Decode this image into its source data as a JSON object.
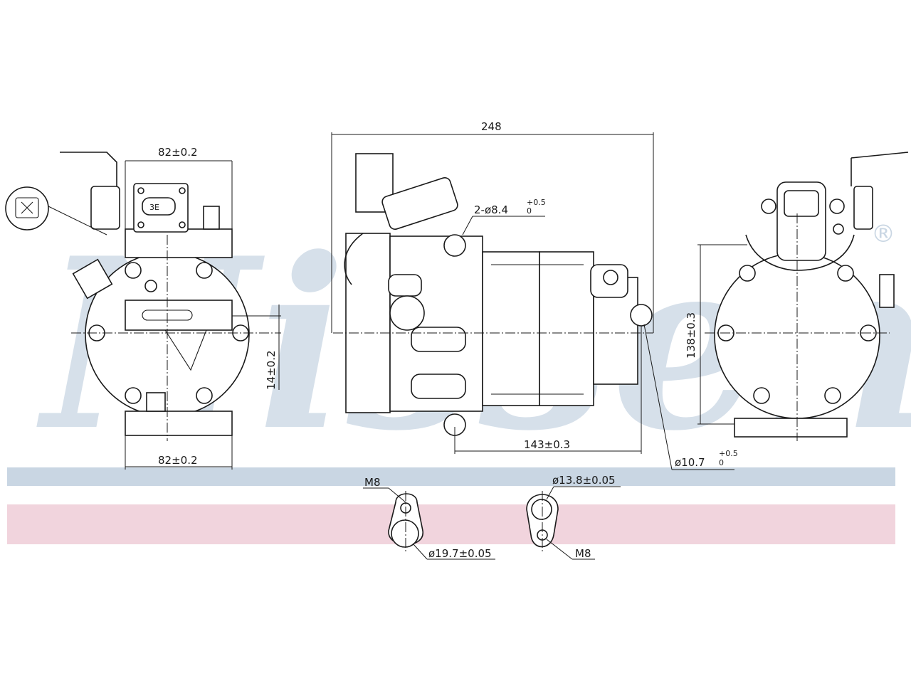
{
  "watermark": {
    "brand": "Nissens",
    "registered": "®",
    "band_colors": {
      "blue": "#c9d6e3",
      "pink": "#f1d4dd"
    }
  },
  "dimensions": {
    "front_top_width": "82±0.2",
    "front_bottom_width": "82±0.2",
    "front_offset": "14±0.2",
    "side_total_length": "248",
    "side_mount_holes": "2-ø8.4",
    "side_mount_holes_tol_upper": "+0.5",
    "side_mount_holes_tol_lower": "0",
    "side_hole_spacing": "143±0.3",
    "side_hole_diameter": "ø10.7",
    "side_hole_diameter_tol_upper": "+0.5",
    "side_hole_diameter_tol_lower": "0",
    "rear_height": "138±0.3"
  },
  "port_details": {
    "left_thread": "M8",
    "left_diameter": "ø19.7±0.05",
    "right_thread": "M8",
    "right_diameter": "ø13.8±0.05"
  },
  "icons": {
    "connector": "plug-connector-icon"
  }
}
